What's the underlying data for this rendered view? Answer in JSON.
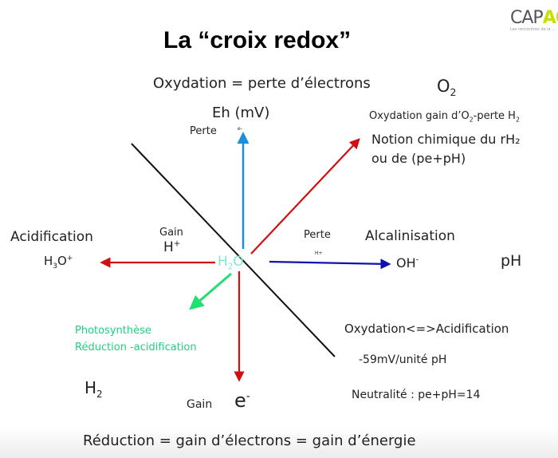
{
  "logo": {
    "cap": "CAP",
    "ag": "AG",
    "tagline": "Les rencontres de la ..."
  },
  "title": "La “croix redox”",
  "top_label": "Oxydation = perte d’électrons",
  "o2": {
    "base": "O",
    "sub": "2"
  },
  "axis_eh": "Eh (mV)",
  "perte_e": {
    "label": "Perte",
    "sup": "e-"
  },
  "oxydation_gain": {
    "text1": "Oxydation gain d’O",
    "sub1": "2",
    "text2": "-perte H",
    "sub2": "2"
  },
  "notion": [
    "Notion chimique du  rH₂",
    "ou de (pe+pH)"
  ],
  "acidification": "Acidification",
  "h3o": {
    "base": "H",
    "sub": "3",
    "mid": "O",
    "sup": "+"
  },
  "gain_h": {
    "label": "Gain",
    "base": "H",
    "sup": "+"
  },
  "h2o": {
    "base": "H",
    "sub": "2",
    "end": "O"
  },
  "perte_h": {
    "label": "Perte",
    "small": "H+"
  },
  "alcalinisation": "Alcalinisation",
  "oh": {
    "base": "OH",
    "sup": "-"
  },
  "axis_ph": "pH",
  "photosynthese": [
    "Photosynthèse",
    "Réduction -acidification"
  ],
  "oxyd_acid": "Oxydation<=>Acidification",
  "slope": "-59mV/unité pH",
  "h2": {
    "base": "H",
    "sub": "2"
  },
  "gain_e": {
    "label": "Gain",
    "base": "e",
    "sup": "-"
  },
  "neutralite": "Neutralité : pe+pH=14",
  "bottom_label": "Réduction = gain d’électrons = gain d’énergie",
  "colors": {
    "red": "#d01010",
    "blue": "#1a90d8",
    "darkblue": "#1010b0",
    "green": "#20e070",
    "cyan": "#7fe8d0",
    "logo_green": "#c8e000"
  }
}
